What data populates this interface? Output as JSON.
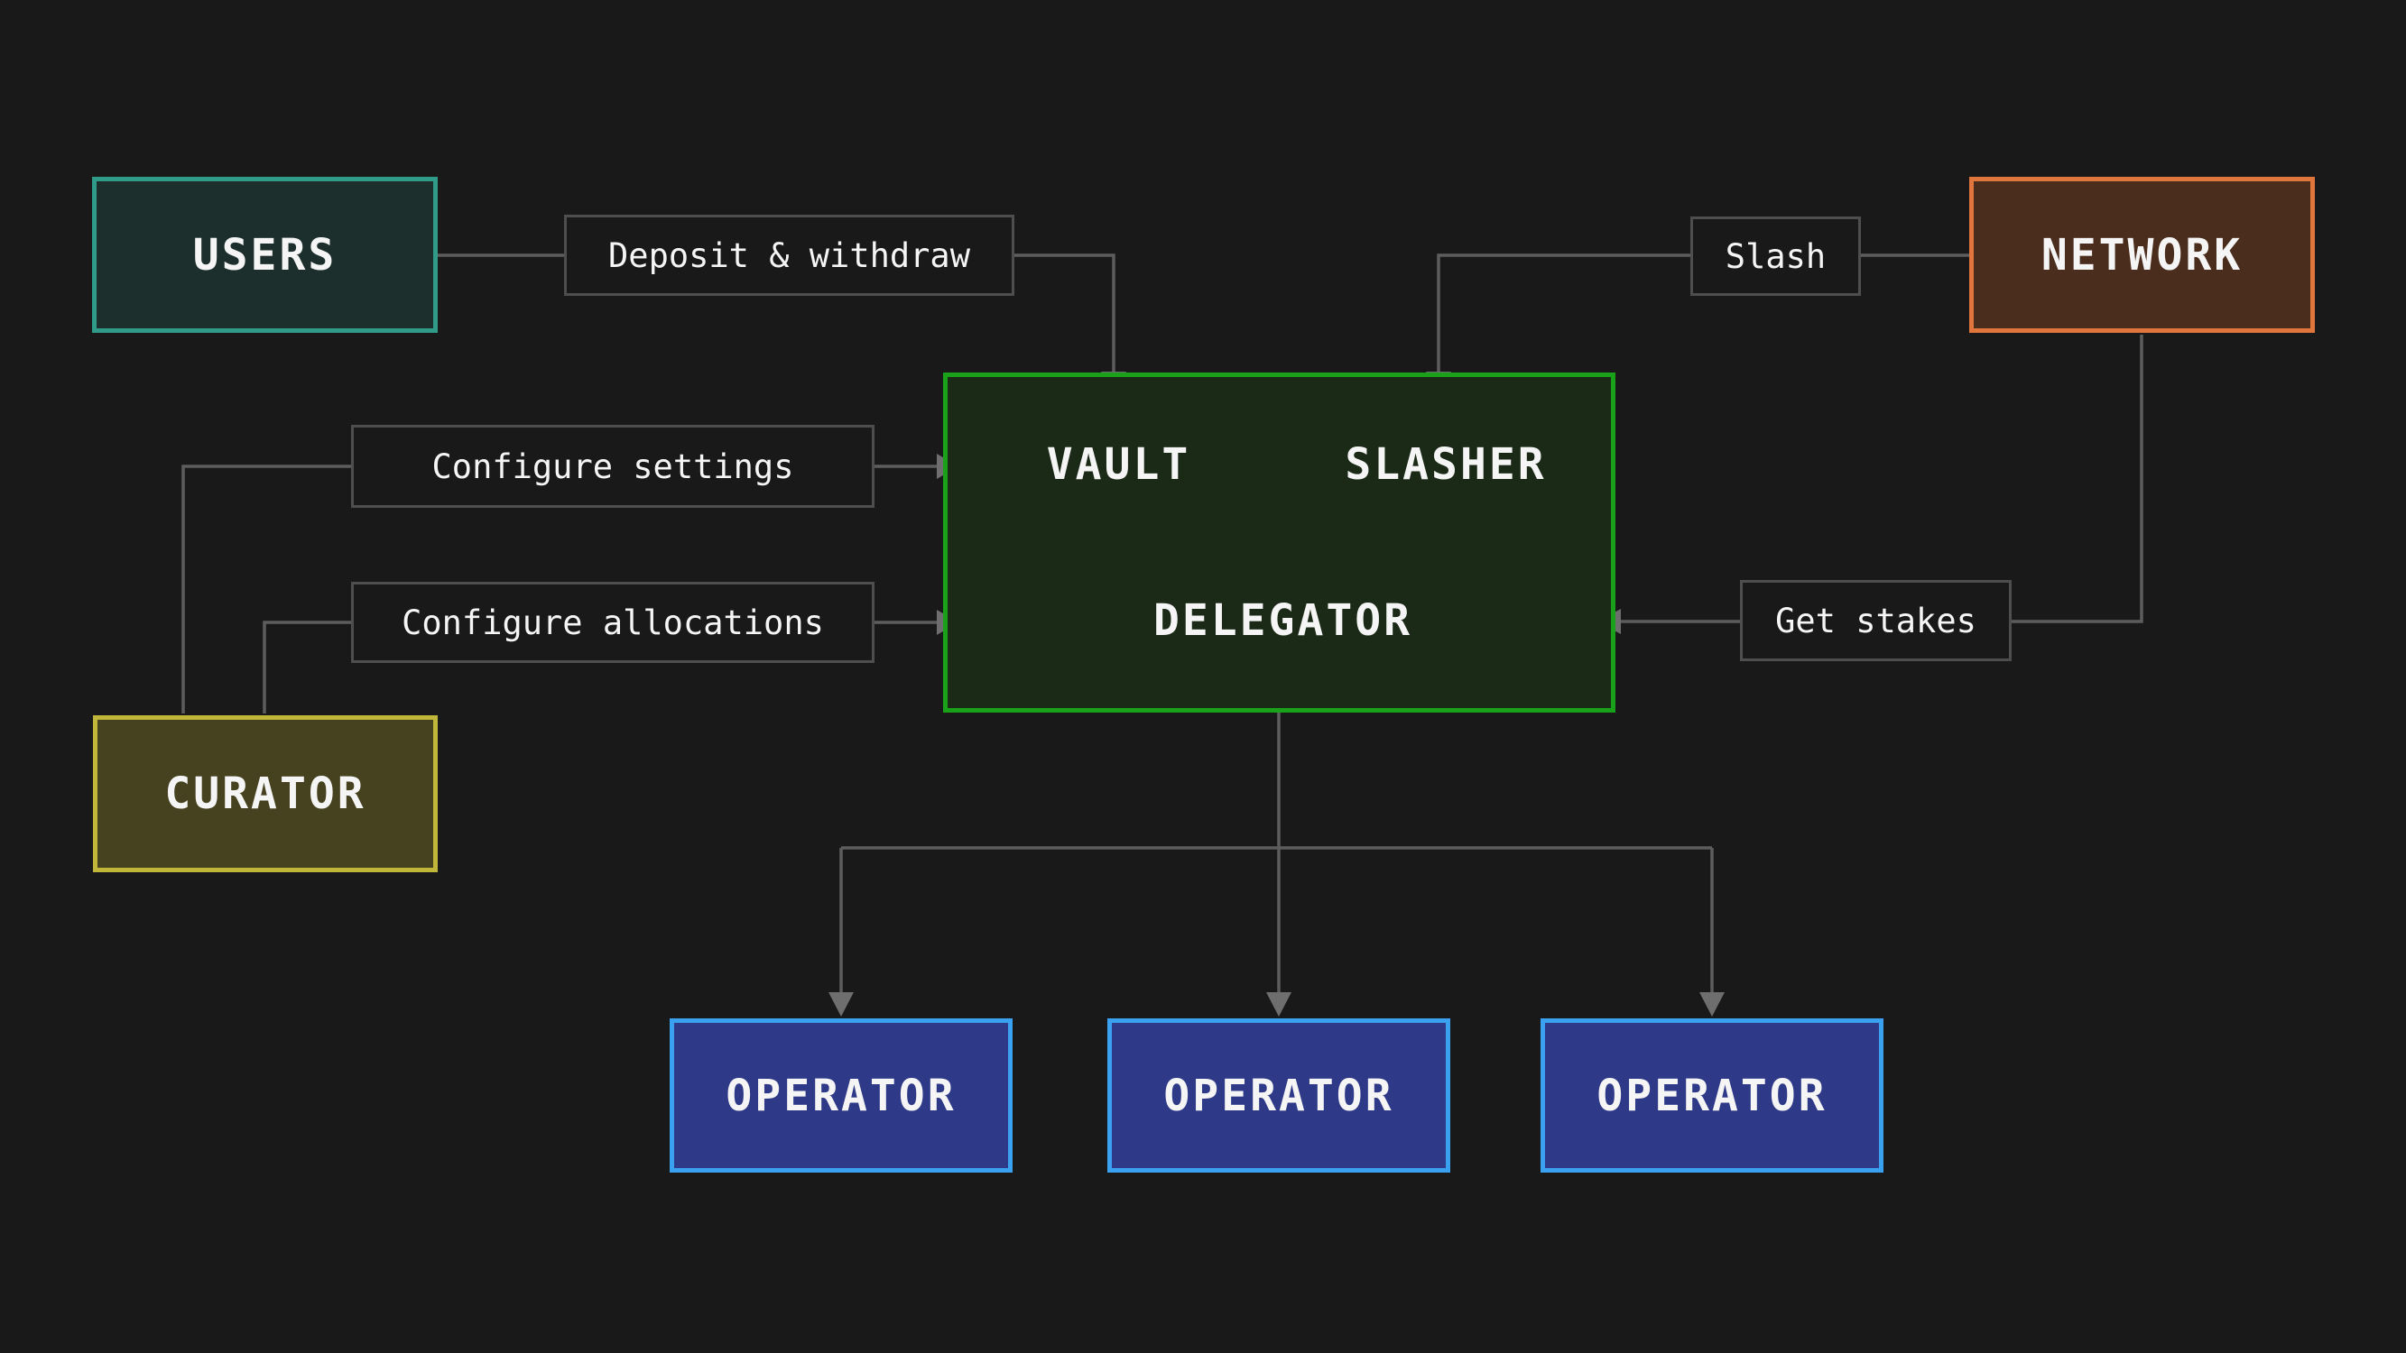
{
  "nodes": {
    "users": "USERS",
    "network": "NETWORK",
    "curator": "CURATOR",
    "vault": "VAULT",
    "slasher": "SLASHER",
    "delegator": "DELEGATOR",
    "operators": [
      "OPERATOR",
      "OPERATOR",
      "OPERATOR"
    ]
  },
  "edge_labels": {
    "deposit_withdraw": "Deposit & withdraw",
    "slash": "Slash",
    "configure_settings": "Configure settings",
    "configure_allocations": "Configure allocations",
    "get_stakes": "Get stakes"
  },
  "colors": {
    "background": "#191919",
    "text": "#f5f5f5",
    "connector": "#5d5d5d",
    "arrowhead": "#6e6e6e",
    "label_border": "#4e4e4e",
    "dashed_border": "#787878",
    "users_border": "#319b89",
    "users_fill": "#1d2f2c",
    "network_border": "#e1763c",
    "network_fill": "#4b2d1d",
    "curator_border": "#c0b73a",
    "curator_fill": "#46421f",
    "operator_border": "#3aa0f0",
    "operator_fill": "#2e3a88",
    "vault_border": "#1aa11a",
    "vault_fill": "#1b2a17"
  }
}
